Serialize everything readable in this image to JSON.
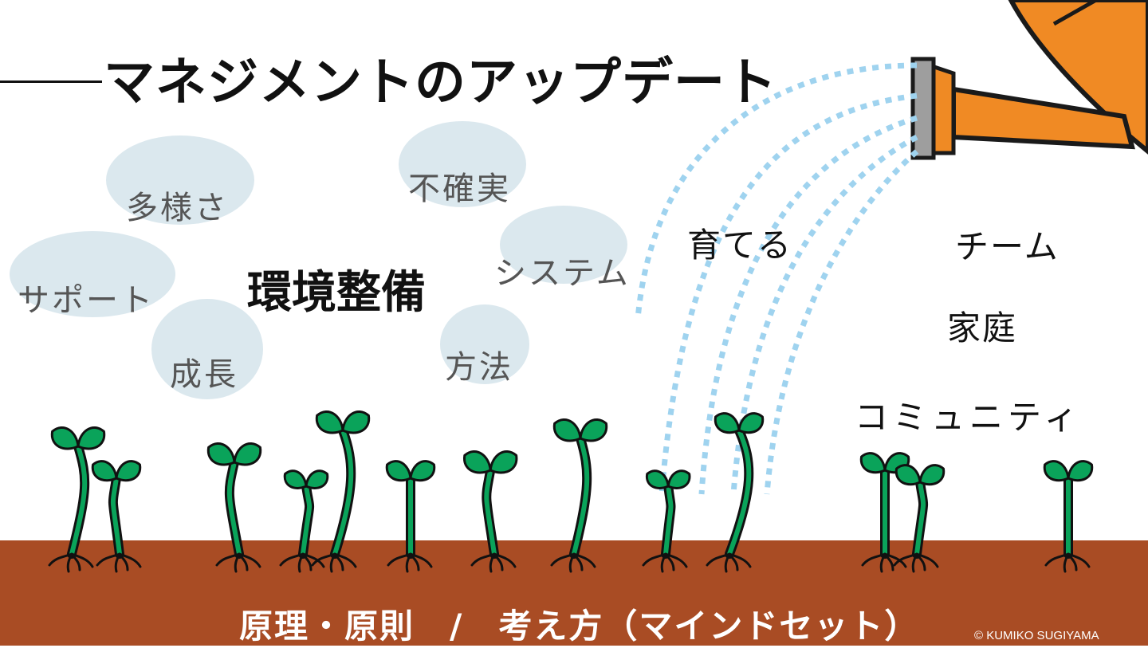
{
  "title": "マネジメントのアップデート",
  "center_word": "環境整備",
  "bubble_words": {
    "diversity": "多様さ",
    "uncertainty": "不確実",
    "support": "サポート",
    "system": "システム",
    "growth": "成長",
    "method": "方法"
  },
  "right_words": {
    "nurture": "育てる",
    "team": "チーム",
    "family": "家庭",
    "community": "コミュニティ"
  },
  "footer": {
    "caption": "原理・原則　/　考え方（マインドセット）",
    "copyright": "© KUMIKO SUGIYAMA"
  },
  "colors": {
    "soil": "#a94c24",
    "leaf": "#0aa35a",
    "stem": "#0aa35a",
    "bubble": "#dbe8ee",
    "water": "#9fd3ef",
    "can": "#f08a24"
  }
}
